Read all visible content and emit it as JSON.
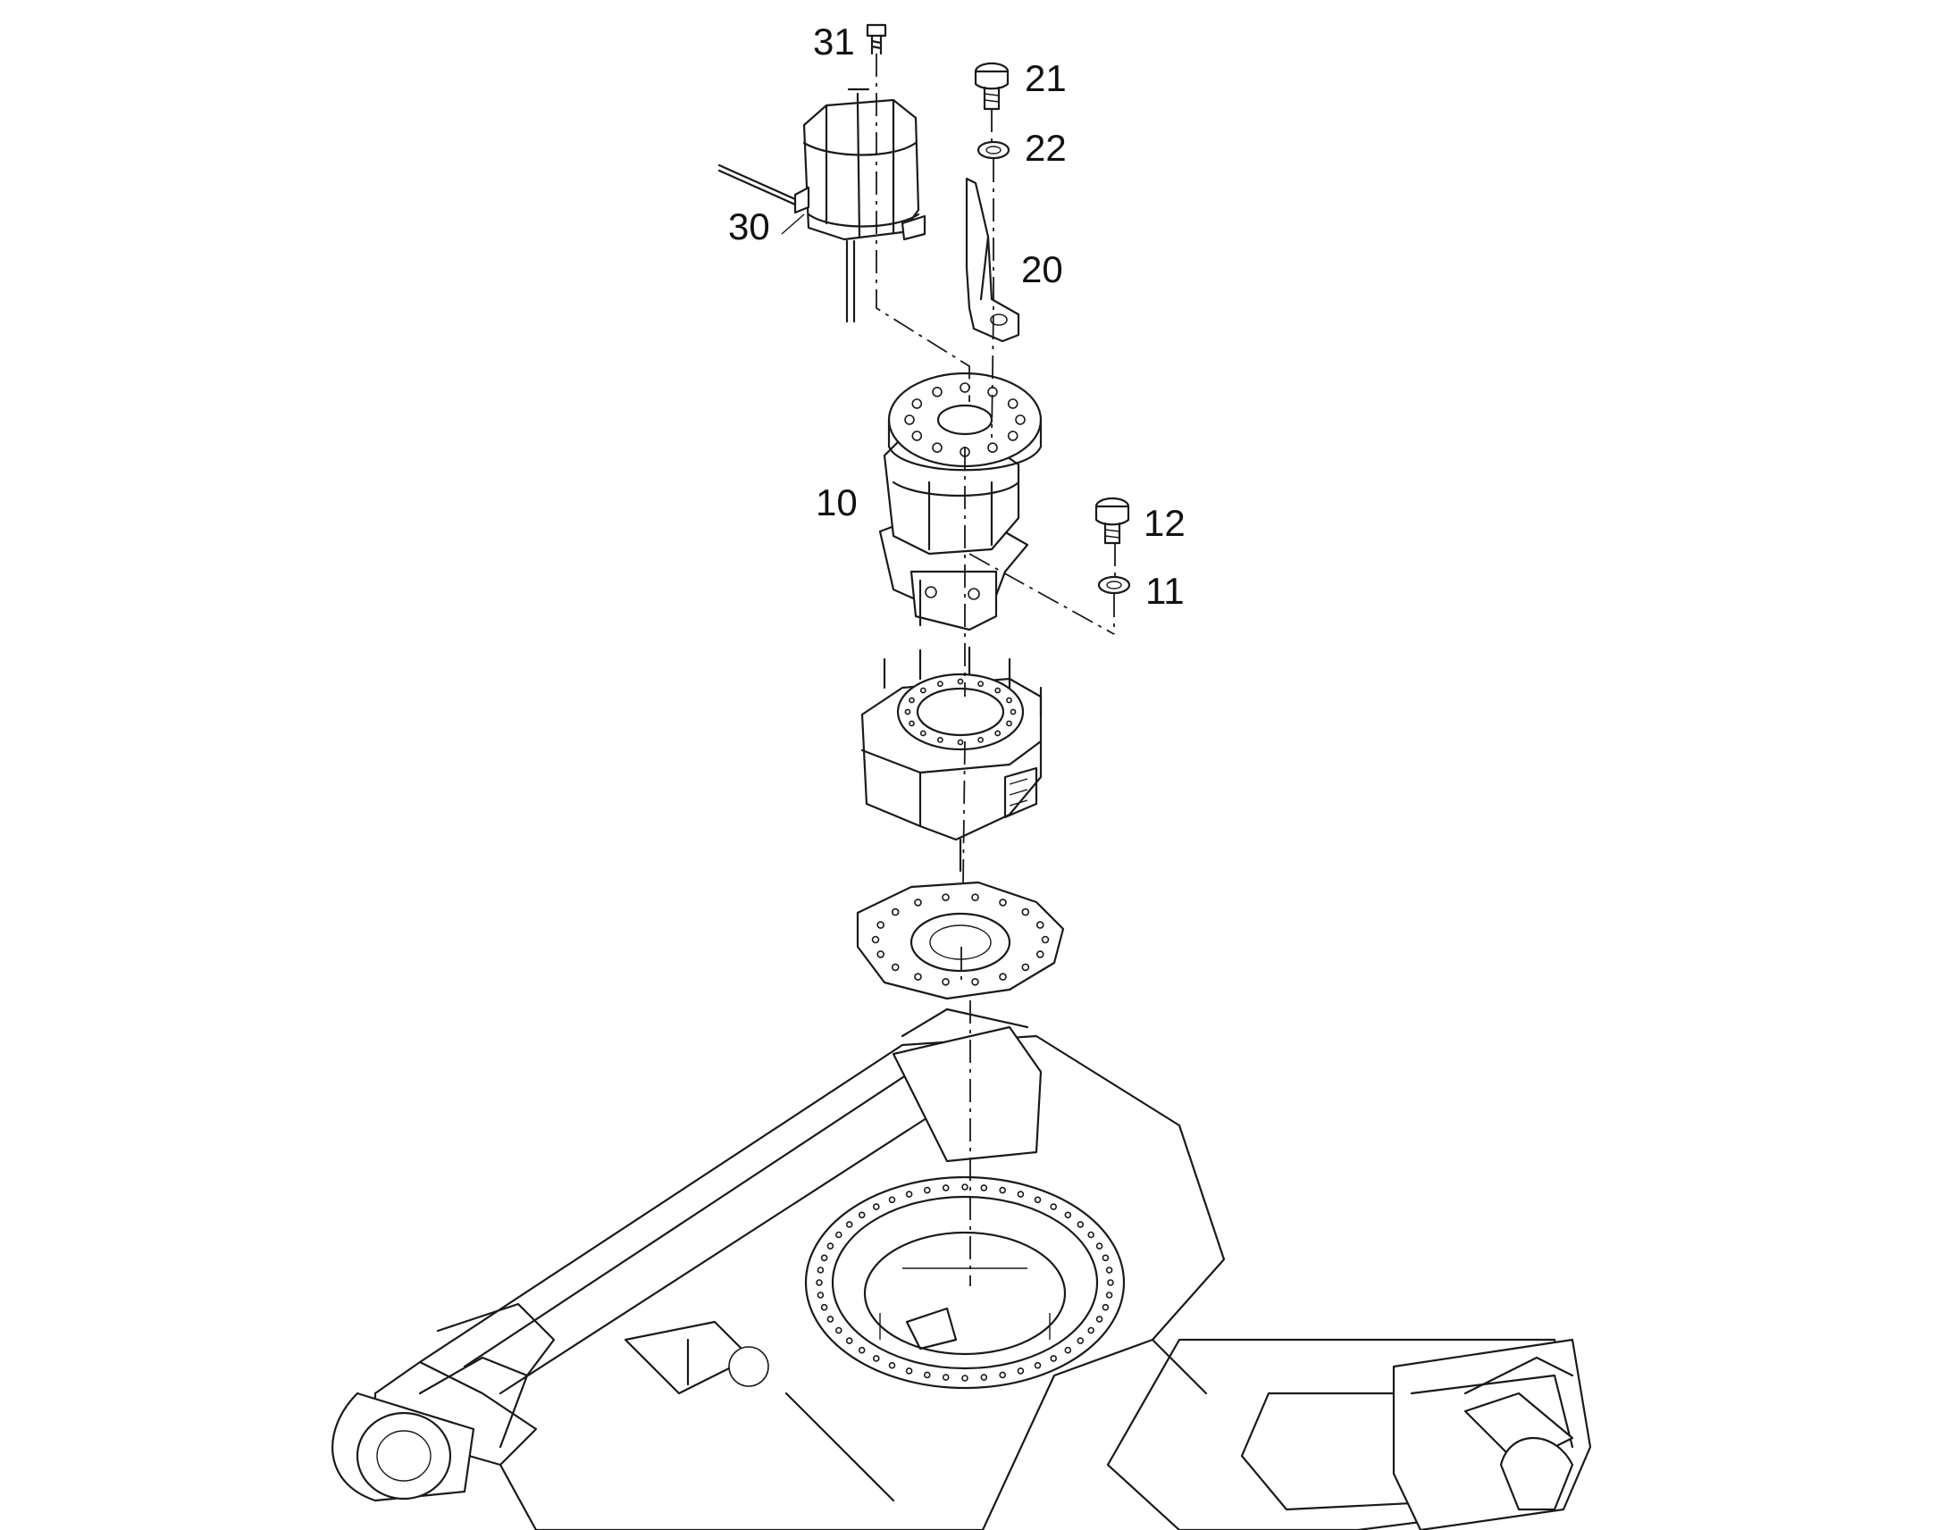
{
  "diagram": {
    "callouts": {
      "p31": "31",
      "p21": "21",
      "p22": "22",
      "p30": "30",
      "p20": "20",
      "p10": "10",
      "p12": "12",
      "p11": "11"
    }
  }
}
